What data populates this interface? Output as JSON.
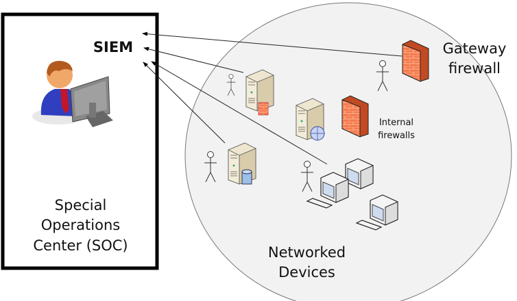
{
  "soc": {
    "siem_label": "SIEM",
    "title_lines": [
      "Special",
      "Operations",
      "Center (SOC)"
    ]
  },
  "network": {
    "title_lines": [
      "Networked",
      "Devices"
    ]
  },
  "gateway": {
    "label_lines": [
      "Gateway",
      "firewall"
    ]
  },
  "internal": {
    "label_lines": [
      "Internal",
      "firewalls"
    ]
  },
  "colors": {
    "firewall": "#f26a3c",
    "server": "#e6dcc4",
    "network_fill": "#f2f2f2",
    "person_suit": "#2f3fc0",
    "tie": "#c0172b"
  }
}
